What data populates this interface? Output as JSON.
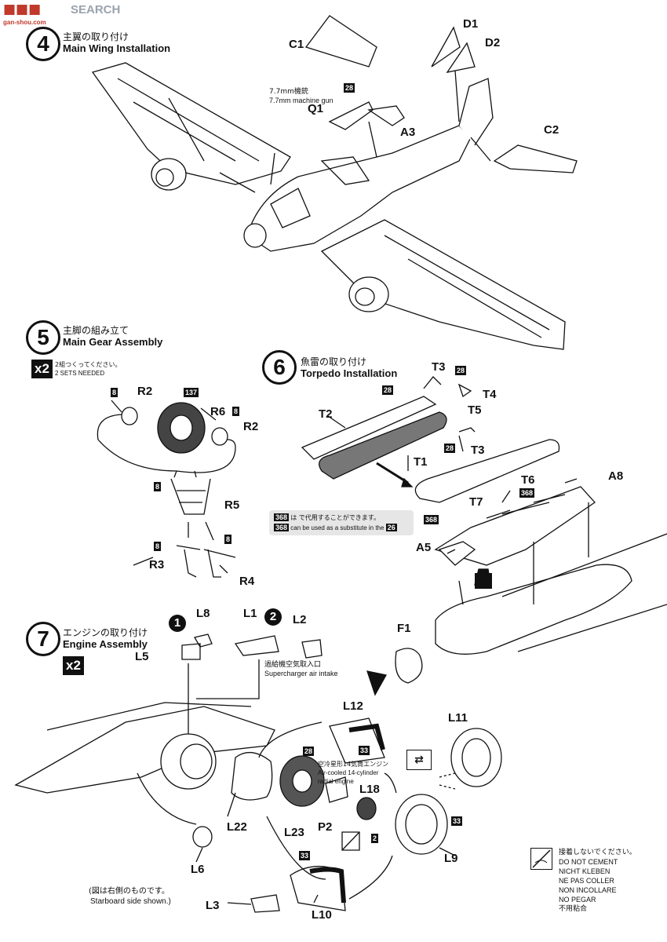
{
  "header": {
    "watermark_brand": "SEARCH",
    "watermark_site": "gan-shou.com"
  },
  "steps": [
    {
      "num": "4",
      "jp": "主翼の取り付け",
      "en": "Main Wing Installation"
    },
    {
      "num": "5",
      "jp": "主脚の組み立て",
      "en": "Main Gear Assembly",
      "qty": "x2",
      "qty_jp": "2組つくってください。",
      "qty_en": "2 SETS NEEDED"
    },
    {
      "num": "6",
      "jp": "魚雷の取り付け",
      "en": "Torpedo Installation"
    },
    {
      "num": "7",
      "jp": "エンジンの取り付け",
      "en": "Engine Assembly",
      "qty": "x2"
    }
  ],
  "parts": {
    "C1": "C1",
    "D1": "D1",
    "D2": "D2",
    "Q1": "Q1",
    "A3": "A3",
    "C2": "C2",
    "R2a": "R2",
    "R6": "R6",
    "R2b": "R2",
    "R5": "R5",
    "R3": "R3",
    "R4": "R4",
    "T3a": "T3",
    "T4": "T4",
    "T5": "T5",
    "T2": "T2",
    "T1": "T1",
    "T3b": "T3",
    "T6": "T6",
    "A8": "A8",
    "T7": "T7",
    "A5": "A5",
    "F1": "F1",
    "L8": "L8",
    "L1": "L1",
    "L2": "L2",
    "L5": "L5",
    "L12": "L12",
    "L11": "L11",
    "L18": "L18",
    "P2": "P2",
    "L22": "L22",
    "L23": "L23",
    "L9": "L9",
    "L6": "L6",
    "L3": "L3",
    "L10": "L10"
  },
  "colors": {
    "c28": "28",
    "c8": "8",
    "c137": "137",
    "c368": "368",
    "c33": "33",
    "c2": "2",
    "c26": "26"
  },
  "annotations": {
    "mg_jp": "7.7mm機銃",
    "mg_en": "7.7mm machine gun",
    "sub_jp": "は で代用することができます。",
    "sub_en": "can be used as a substitute in the",
    "variant1": "1",
    "variant2": "2",
    "intake_jp": "過給機空気取入口",
    "intake_en": "Supercharger air intake",
    "engine_jp": "空冷星形14気筒エンジン",
    "engine_en1": "Air-cooled 14-cylinder",
    "engine_en2": "radial engine",
    "starboard_jp": "(図は右側のものです。",
    "starboard_en": "Starboard side shown.)"
  },
  "warning": {
    "jp": "接着しないでください。",
    "lines": [
      "DO NOT CEMENT",
      "NICHT KLEBEN",
      "NE PAS COLLER",
      "NON INCOLLARE",
      "NO PEGAR"
    ],
    "jp2": "不用粘合"
  }
}
